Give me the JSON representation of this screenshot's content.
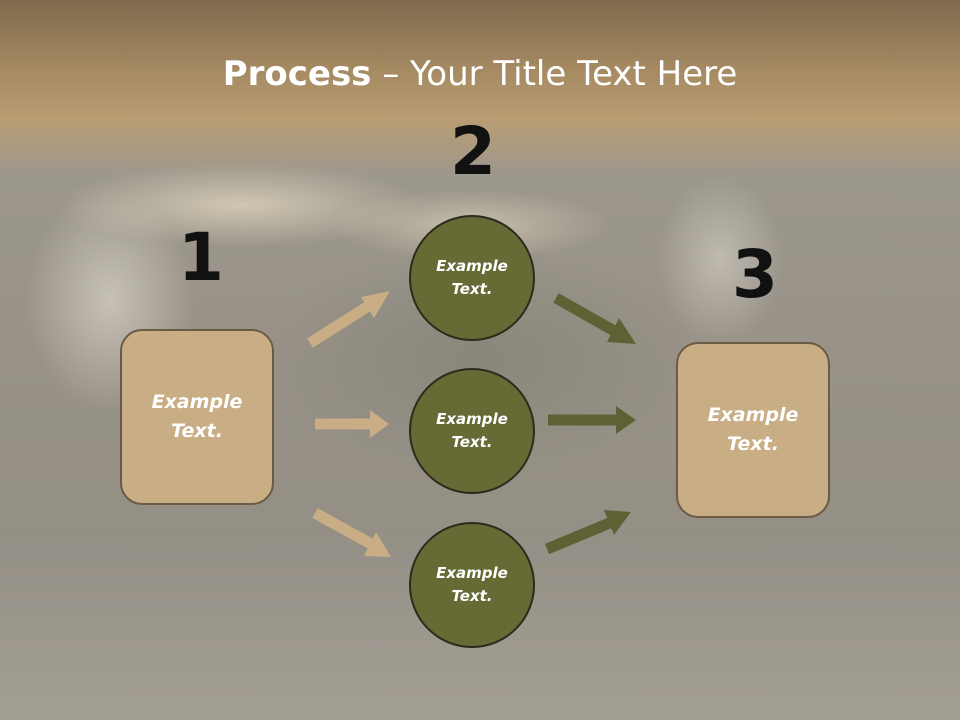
{
  "slide": {
    "title_bold": "Process",
    "title_rest": " – Your Title Text Here",
    "steps": [
      {
        "number": "1",
        "label": "Example\nText."
      },
      {
        "number": "2",
        "labels": [
          "Example\nText.",
          "Example\nText.",
          "Example\nText."
        ]
      },
      {
        "number": "3",
        "label": "Example\nText."
      }
    ]
  },
  "colors": {
    "title_band": "#b89c72",
    "box_fill": "#c8ad85",
    "circle_fill": "#666a35",
    "arrow_light": "#c8ad85",
    "arrow_dark": "#5f6134"
  }
}
